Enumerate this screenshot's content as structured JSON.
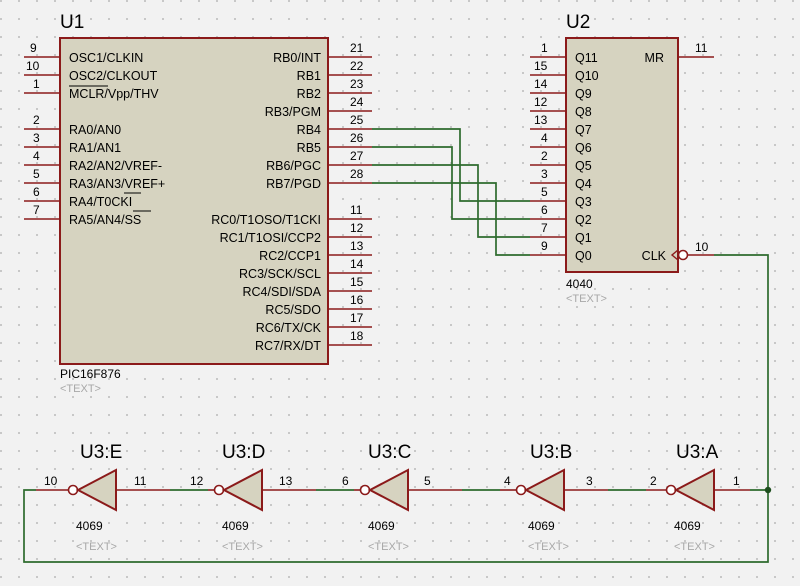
{
  "colors": {
    "background": "#f2f2f2",
    "grid": "#a9a9a9",
    "body_fill": "#d6d3c0",
    "body_stroke": "#8b1a1a",
    "wire": "#2e6b2e",
    "placeholder": "#a8a8a8"
  },
  "u1": {
    "ref": "U1",
    "part": "PIC16F876",
    "text": "<TEXT>",
    "left_pins": [
      {
        "num": "9",
        "name": "OSC1/CLKIN"
      },
      {
        "num": "10",
        "name": "OSC2/CLKOUT"
      },
      {
        "num": "1",
        "name": "MCLR/Vpp/THV"
      },
      {
        "num": "2",
        "name": "RA0/AN0"
      },
      {
        "num": "3",
        "name": "RA1/AN1"
      },
      {
        "num": "4",
        "name": "RA2/AN2/VREF-"
      },
      {
        "num": "5",
        "name": "RA3/AN3/VREF+"
      },
      {
        "num": "6",
        "name": "RA4/T0CKI"
      },
      {
        "num": "7",
        "name": "RA5/AN4/SS"
      }
    ],
    "right_pins": [
      {
        "num": "21",
        "name": "RB0/INT"
      },
      {
        "num": "22",
        "name": "RB1"
      },
      {
        "num": "23",
        "name": "RB2"
      },
      {
        "num": "24",
        "name": "RB3/PGM"
      },
      {
        "num": "25",
        "name": "RB4"
      },
      {
        "num": "26",
        "name": "RB5"
      },
      {
        "num": "27",
        "name": "RB6/PGC"
      },
      {
        "num": "28",
        "name": "RB7/PGD"
      },
      {
        "num": "11",
        "name": "RC0/T1OSO/T1CKI"
      },
      {
        "num": "12",
        "name": "RC1/T1OSI/CCP2"
      },
      {
        "num": "13",
        "name": "RC2/CCP1"
      },
      {
        "num": "14",
        "name": "RC3/SCK/SCL"
      },
      {
        "num": "15",
        "name": "RC4/SDI/SDA"
      },
      {
        "num": "16",
        "name": "RC5/SDO"
      },
      {
        "num": "17",
        "name": "RC6/TX/CK"
      },
      {
        "num": "18",
        "name": "RC7/RX/DT"
      }
    ]
  },
  "u2": {
    "ref": "U2",
    "part": "4040",
    "text": "<TEXT>",
    "left_pins": [
      {
        "num": "1",
        "name": "Q11"
      },
      {
        "num": "15",
        "name": "Q10"
      },
      {
        "num": "14",
        "name": "Q9"
      },
      {
        "num": "12",
        "name": "Q8"
      },
      {
        "num": "13",
        "name": "Q7"
      },
      {
        "num": "4",
        "name": "Q6"
      },
      {
        "num": "2",
        "name": "Q5"
      },
      {
        "num": "3",
        "name": "Q4"
      },
      {
        "num": "5",
        "name": "Q3"
      },
      {
        "num": "6",
        "name": "Q2"
      },
      {
        "num": "7",
        "name": "Q1"
      },
      {
        "num": "9",
        "name": "Q0"
      }
    ],
    "mr": {
      "num": "11",
      "name": "MR"
    },
    "clk": {
      "num": "10",
      "name": "CLK"
    }
  },
  "inverters": [
    {
      "ref": "U3:E",
      "in": "11",
      "out": "10",
      "part": "4069",
      "text": "<TEXT>"
    },
    {
      "ref": "U3:D",
      "in": "13",
      "out": "12",
      "part": "4069",
      "text": "<TEXT>"
    },
    {
      "ref": "U3:C",
      "in": "5",
      "out": "6",
      "part": "4069",
      "text": "<TEXT>"
    },
    {
      "ref": "U3:B",
      "in": "3",
      "out": "4",
      "part": "4069",
      "text": "<TEXT>"
    },
    {
      "ref": "U3:A",
      "in": "1",
      "out": "2",
      "part": "4069",
      "text": "<TEXT>"
    }
  ]
}
